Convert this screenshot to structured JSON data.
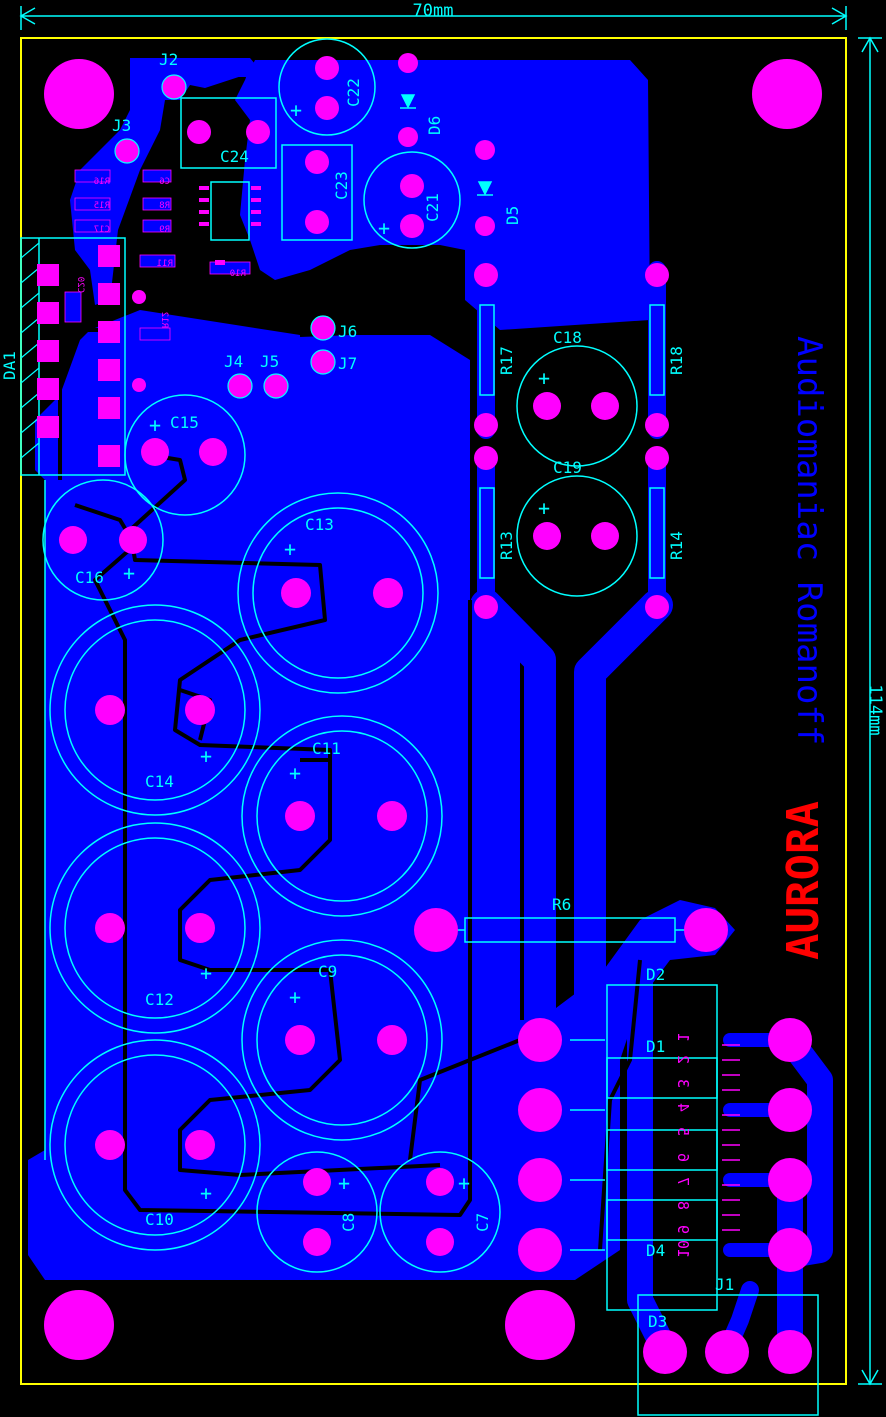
{
  "board": {
    "width_label": "70mm",
    "height_label": "114mm"
  },
  "branding": {
    "logo_text": "AURORA",
    "subtitle_text": "Audiomaniac Romanoff"
  },
  "connector_label": "DA1",
  "pin_numbers": [
    "1",
    "2",
    "3",
    "4",
    "5",
    "6",
    "7",
    "8",
    "9",
    "10"
  ],
  "components": {
    "C7": "C7",
    "C8": "C8",
    "C9": "C9",
    "C10": "C10",
    "C11": "C11",
    "C12": "C12",
    "C13": "C13",
    "C14": "C14",
    "C15": "C15",
    "C16": "C16",
    "C18": "C18",
    "C19": "C19",
    "C21": "C21",
    "C22": "C22",
    "C23": "C23",
    "C24": "C24",
    "R6": "R6",
    "R13": "R13",
    "R14": "R14",
    "R17": "R17",
    "R18": "R18",
    "D1": "D1",
    "D2": "D2",
    "D3": "D3",
    "D4": "D4",
    "D5": "D5",
    "D6": "D6",
    "J1": "J1",
    "J2": "J2",
    "J3": "J3",
    "J4": "J4",
    "J5": "J5",
    "J6": "J6",
    "J7": "J7"
  },
  "smd_labels": [
    "R16",
    "R15",
    "C17",
    "C6",
    "R8",
    "R9",
    "R11",
    "R10",
    "C20",
    "R12"
  ],
  "colors": {
    "background": "#000000",
    "copper": "#0000ff",
    "pad": "#ff00ff",
    "silkscreen": "#00ffff",
    "outline": "#ffff00",
    "logo": "#ff0000",
    "subtitle": "#0000ff",
    "trace": "#000000"
  }
}
